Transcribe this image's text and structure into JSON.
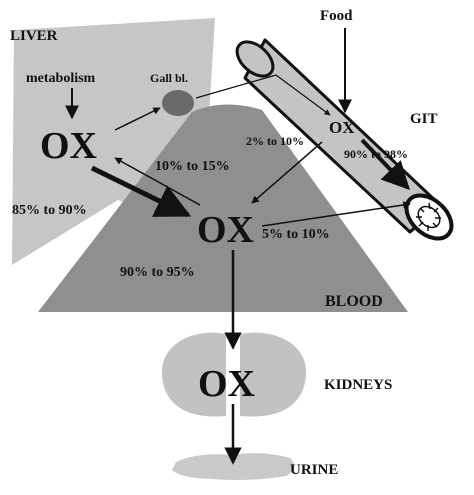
{
  "regions": {
    "liver": "LIVER",
    "gallbladder": "Gall bl.",
    "git": "GIT",
    "blood": "BLOOD",
    "kidneys": "KIDNEYS",
    "urine": "URINE",
    "food": "Food",
    "metabolism": "metabolism"
  },
  "ox": {
    "liver": "OX",
    "git": "OX",
    "blood": "OX",
    "kidneys": "OX"
  },
  "flows": {
    "git_to_blood": "2% to 10%",
    "blood_to_liver": "10% to 15%",
    "git_retained": "90% to 98%",
    "liver_to_blood": "85% to 90%",
    "blood_to_git": "5% to 10%",
    "blood_to_kidneys": "90% to 95%"
  },
  "colors": {
    "liver": "#c6c6c6",
    "blood": "#8f8f8f",
    "kidneys": "#c2c2c2",
    "urine": "#c9c9c9",
    "git_tube": "#c4c4c4",
    "gallbladder": "#6a6a6a",
    "ink": "#111111"
  }
}
